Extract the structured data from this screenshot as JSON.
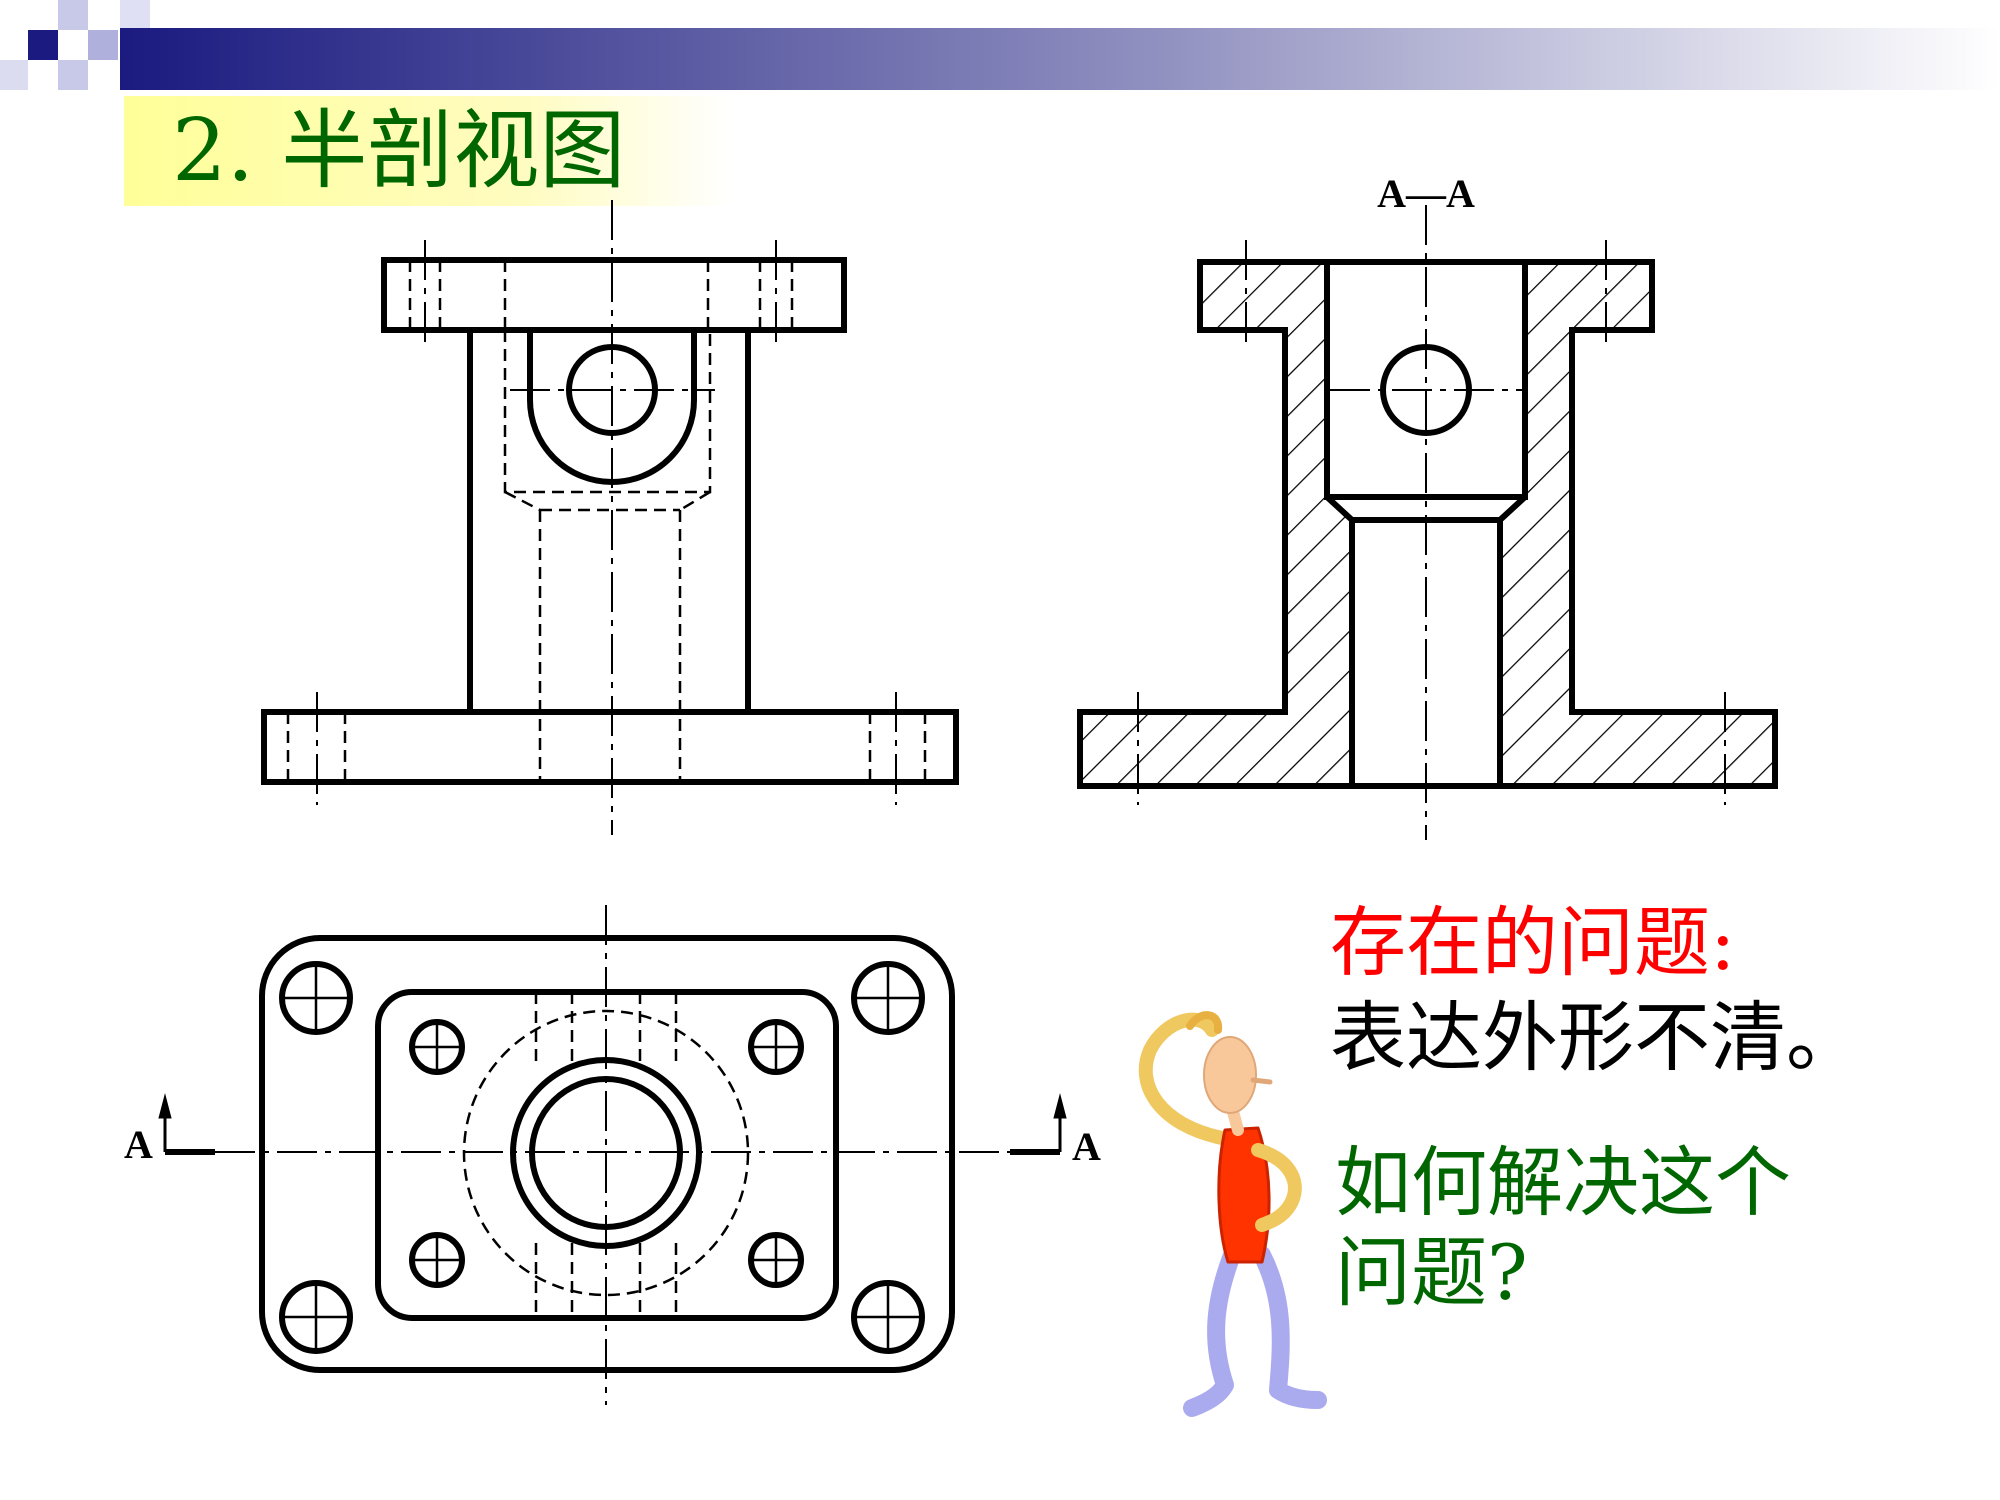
{
  "slide": {
    "title": "2. 半剖视图",
    "section_label": "A—A",
    "cut_label_left": "A",
    "cut_label_right": "A"
  },
  "callout": {
    "problem_heading": "存在的问题:",
    "problem_text": "表达外形不清。",
    "question_line_1": "如何解决这个",
    "question_line_2": "问题?"
  },
  "colors": {
    "title_green": "#006600",
    "problem_red": "#ff0000",
    "header_navy": "#1a1a80",
    "figure_shirt": "#ff3300",
    "figure_pants": "#aaaaee",
    "figure_skin": "#f8c89a",
    "figure_arms": "#f0c860"
  }
}
